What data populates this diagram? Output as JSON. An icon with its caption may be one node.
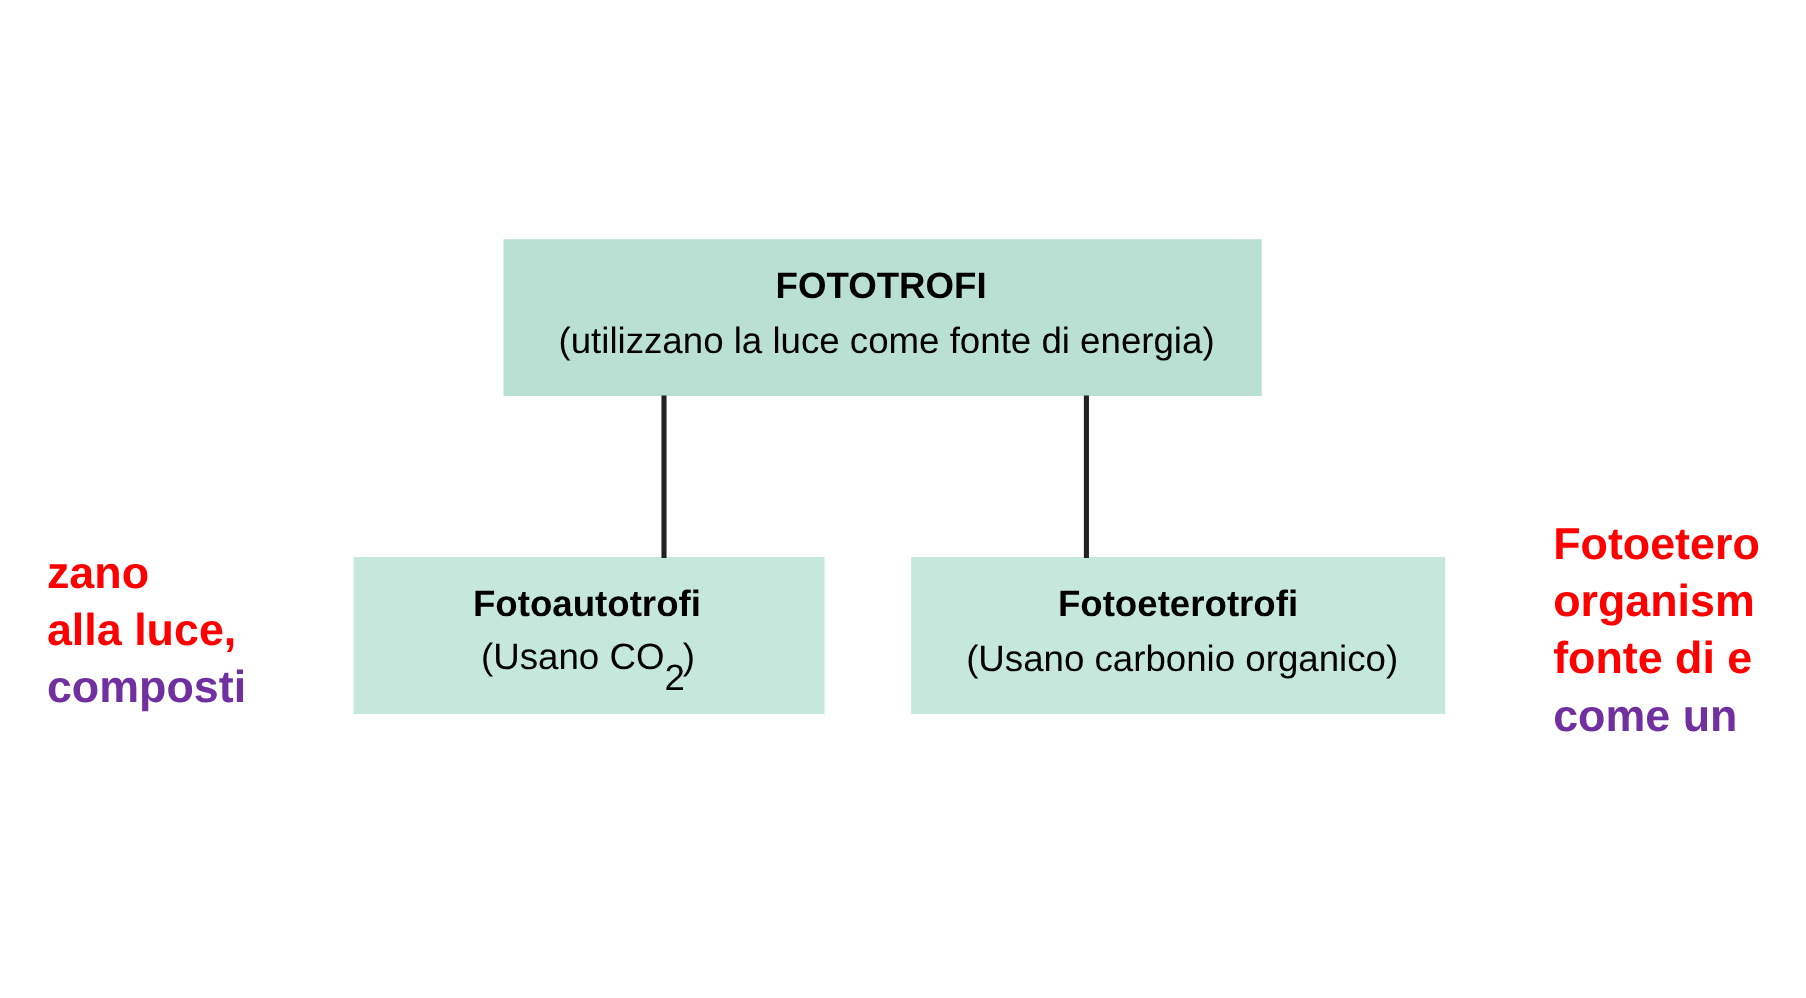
{
  "diagram": {
    "nodes": [
      {
        "text": [
          "FOTOTROFI",
          "(utilizzano la luce come fonte di energia)"
        ]
      },
      {
        "text": [
          "Fotoautotrofi",
          "(Usano CO$_{2}$)"
        ]
      },
      {
        "text": [
          "Fotoeterotrofi",
          "(Usano carbonio organico)"
        ]
      }
    ],
    "edges": [
      {
        "from": 0,
        "to": 1,
        "arrow": "none"
      },
      {
        "from": 0,
        "to": 2,
        "arrow": "none"
      }
    ],
    "labels": [
      "zano",
      "alla luce,",
      "composti",
      "Fotoetero",
      "organism",
      "fonte di e",
      "come un"
    ]
  }
}
